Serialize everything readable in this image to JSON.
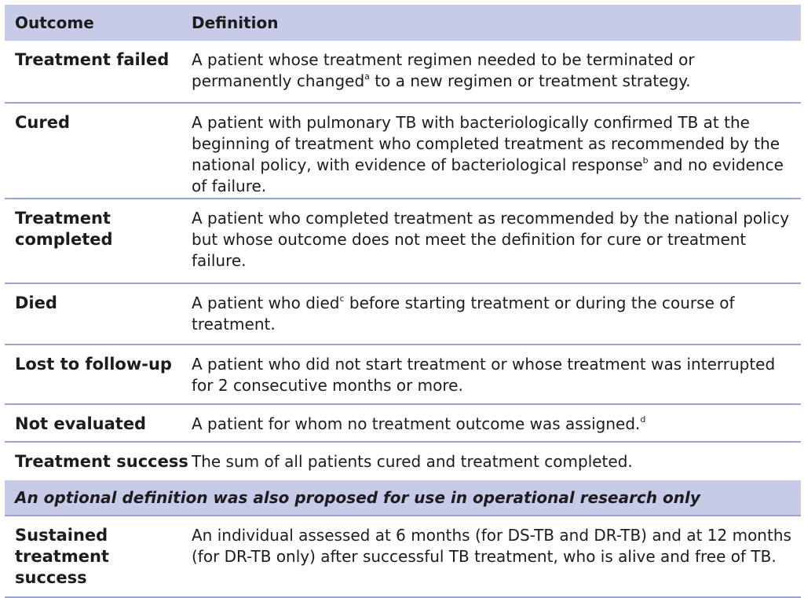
{
  "header": {
    "outcome": "Outcome",
    "definition": "Definition"
  },
  "rows": [
    {
      "outcome": "Treatment failed",
      "def_a": "A patient whose treatment regimen needed to be terminated or permanently changed",
      "sup_a": "a",
      "def_b": " to a new regimen or treatment strategy."
    },
    {
      "outcome": "Cured",
      "def_a": "A patient with pulmonary TB with bacteriologically confirmed TB at the beginning of treatment who completed treatment as recommended by the national policy, with evidence of bacteriological response",
      "sup_a": "b",
      "def_b": " and no evidence of failure."
    },
    {
      "outcome": "Treatment completed",
      "def_a": "A patient who completed treatment as recommended by the national policy but whose outcome does not meet the definition for cure or treatment failure."
    },
    {
      "outcome": "Died",
      "def_a": "A patient who died",
      "sup_a": "c",
      "def_b": " before starting treatment or during the course of treatment."
    },
    {
      "outcome": "Lost to follow-up",
      "def_a": "A patient who did not start treatment or whose treatment was interrupted for 2 consecutive months or more."
    },
    {
      "outcome": "Not evaluated",
      "def_a": "A patient for whom no treatment outcome was assigned.",
      "sup_a": "d"
    },
    {
      "outcome": "Treatment success",
      "def_a": "The sum of all patients cured and treatment completed."
    }
  ],
  "section_note": "An optional definition was also proposed for use in operational research only",
  "optional_row": {
    "outcome": "Sustained treatment success",
    "def_a": "An individual assessed at 6 months (for DS-TB and DR-TB) and at 12 months (for DR-TB only) after successful TB treatment, who is alive and free of TB."
  }
}
